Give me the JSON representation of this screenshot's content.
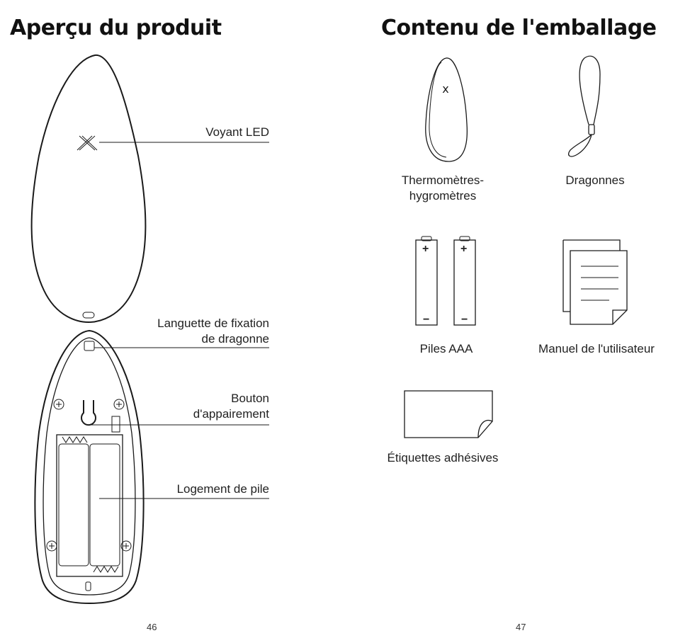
{
  "left_page": {
    "title": "Aperçu du produit",
    "callouts": {
      "led": "Voyant LED",
      "lanyard_tab_line1": "Languette de fixation",
      "lanyard_tab_line2": "de dragonne",
      "pairing_line1": "Bouton",
      "pairing_line2": "d'appairement",
      "battery": "Logement de pile"
    },
    "page_number": "46"
  },
  "right_page": {
    "title": "Contenu de l'emballage",
    "items": {
      "thermo_line1": "Thermomètres-",
      "thermo_line2": "hygromètres",
      "lanyards": "Dragonnes",
      "batteries": "Piles AAA",
      "manual": "Manuel de l'utilisateur",
      "stickers": "Étiquettes adhésives"
    },
    "battery_marks": {
      "plus": "+",
      "minus": "−"
    },
    "device_mark": "x",
    "page_number": "47"
  }
}
